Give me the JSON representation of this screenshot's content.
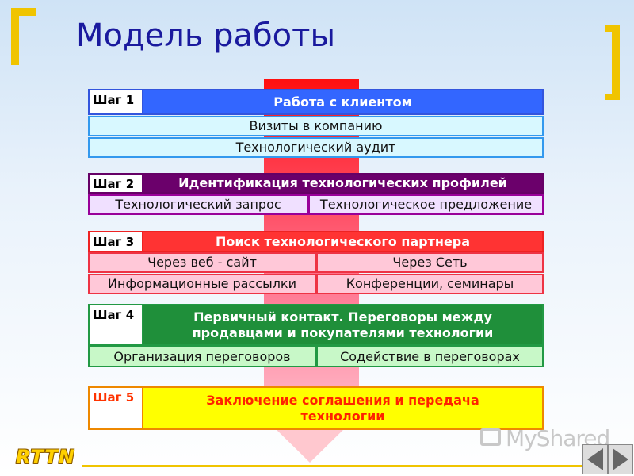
{
  "title": "Модель работы",
  "steps": [
    {
      "label": "Шаг 1",
      "header": "Работа с клиентом",
      "items": [
        "Визиты в компанию",
        "Технологический аудит"
      ]
    },
    {
      "label": "Шаг 2",
      "header": "Идентификация технологических профилей",
      "items": [
        "Технологический запрос",
        "Технологическое предложение"
      ]
    },
    {
      "label": "Шаг 3",
      "header": "Поиск технологического партнера",
      "items": [
        "Через веб - сайт",
        "Через Сеть",
        "Информационные рассылки",
        "Конференции, семинары"
      ]
    },
    {
      "label": "Шаг 4",
      "header": "Первичный контакт. Переговоры между продавцами и покупателями технологии",
      "items": [
        "Организация переговоров",
        "Содействие в переговорах"
      ]
    },
    {
      "label": "Шаг 5",
      "header": "Заключение соглашения и передача технологии",
      "items": []
    }
  ],
  "logo": "RTTN",
  "watermark": "MyShared",
  "nav": {
    "prev_icon": "triangle-left-icon",
    "next_icon": "triangle-right-icon"
  },
  "colors": {
    "title": "#1a1a9e",
    "accent": "#f0c400",
    "step1": "#3366ff",
    "step2": "#6b006b",
    "step3": "#ff3333",
    "step4": "#1f8f3a",
    "step5": "#ffff00"
  }
}
